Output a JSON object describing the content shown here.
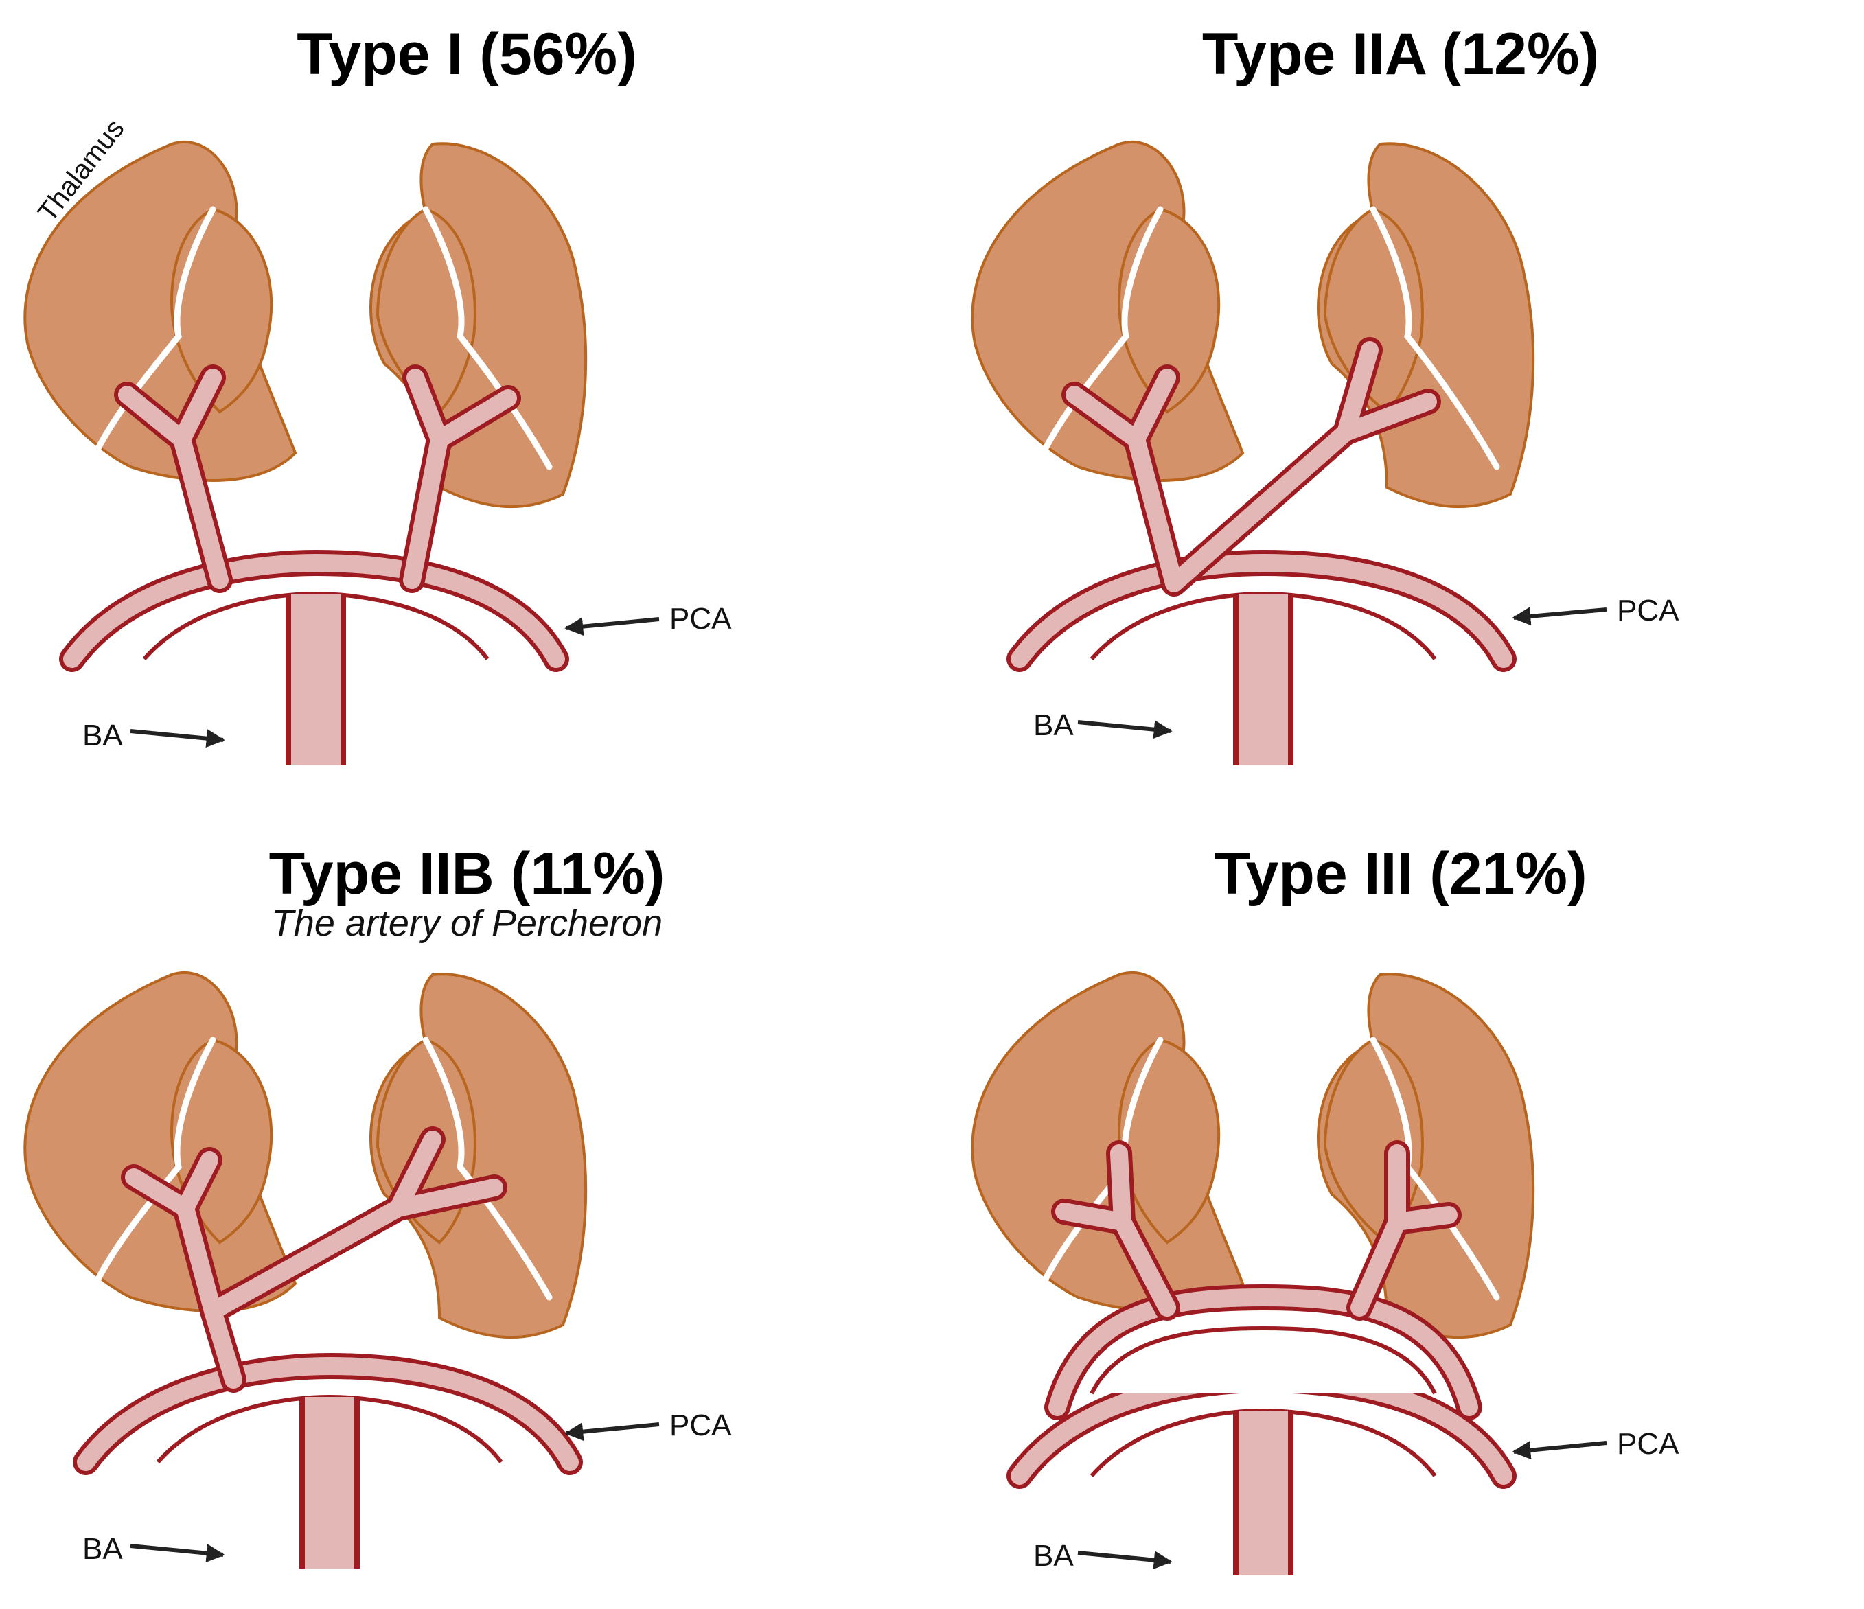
{
  "colors": {
    "thalamus_fill": "#D4926A",
    "thalamus_stroke": "#B8651F",
    "artery_wall": "#9E1B22",
    "artery_lumen": "#E3B7B5"
  },
  "labels": {
    "thalamus": "Thalamus",
    "pca": "PCA",
    "ba": "BA"
  },
  "panels": [
    {
      "id": "type-i",
      "title": "Type I (56%)",
      "subtitle": ""
    },
    {
      "id": "type-iia",
      "title": "Type IIA (12%)",
      "subtitle": ""
    },
    {
      "id": "type-iib",
      "title": "Type IIB (11%)",
      "subtitle": "The artery of Percheron"
    },
    {
      "id": "type-iii",
      "title": "Type III (21%)",
      "subtitle": ""
    }
  ]
}
